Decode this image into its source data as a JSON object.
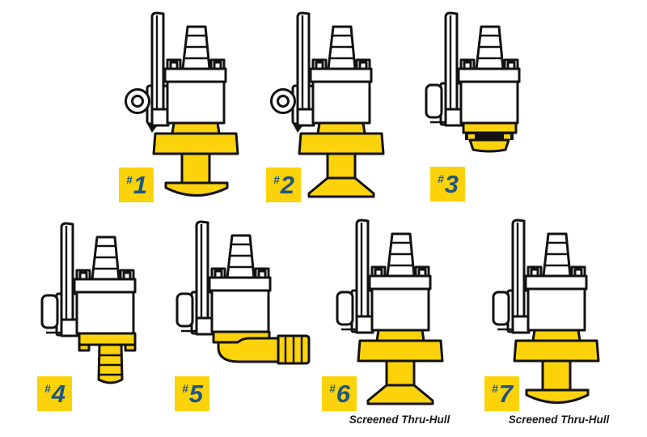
{
  "figure": {
    "description": "Seven seacock valve and thru-hull fitting line illustrations in two rows",
    "rows": 2
  },
  "colors": {
    "background": "#ffffff",
    "outline": "#121212",
    "brass_yellow": "#fcd30b",
    "badge_bg": "#fcd30b",
    "badge_text": "#20567f",
    "caption": "#1b1b1b"
  },
  "items": [
    {
      "hash": "#",
      "number": "1",
      "top_variant": "ring-handle-valve",
      "bottom_variant": "mushroom-head-thru-hull",
      "caption": ""
    },
    {
      "hash": "#",
      "number": "2",
      "top_variant": "ring-handle-valve",
      "bottom_variant": "flared-cone-thru-hull",
      "caption": ""
    },
    {
      "hash": "#",
      "number": "3",
      "top_variant": "tab-handle-valve",
      "bottom_variant": "threaded-base",
      "caption": ""
    },
    {
      "hash": "#",
      "number": "4",
      "top_variant": "tab-handle-valve",
      "bottom_variant": "hose-barb-down",
      "caption": ""
    },
    {
      "hash": "#",
      "number": "5",
      "top_variant": "tab-handle-valve",
      "bottom_variant": "elbow-hose-barb",
      "caption": ""
    },
    {
      "hash": "#",
      "number": "6",
      "top_variant": "tab-handle-valve",
      "bottom_variant": "flared-cone-thru-hull",
      "caption": "Screened Thru-Hull"
    },
    {
      "hash": "#",
      "number": "7",
      "top_variant": "tab-handle-valve",
      "bottom_variant": "mushroom-head-thru-hull",
      "caption": "Screened Thru-Hull"
    }
  ]
}
